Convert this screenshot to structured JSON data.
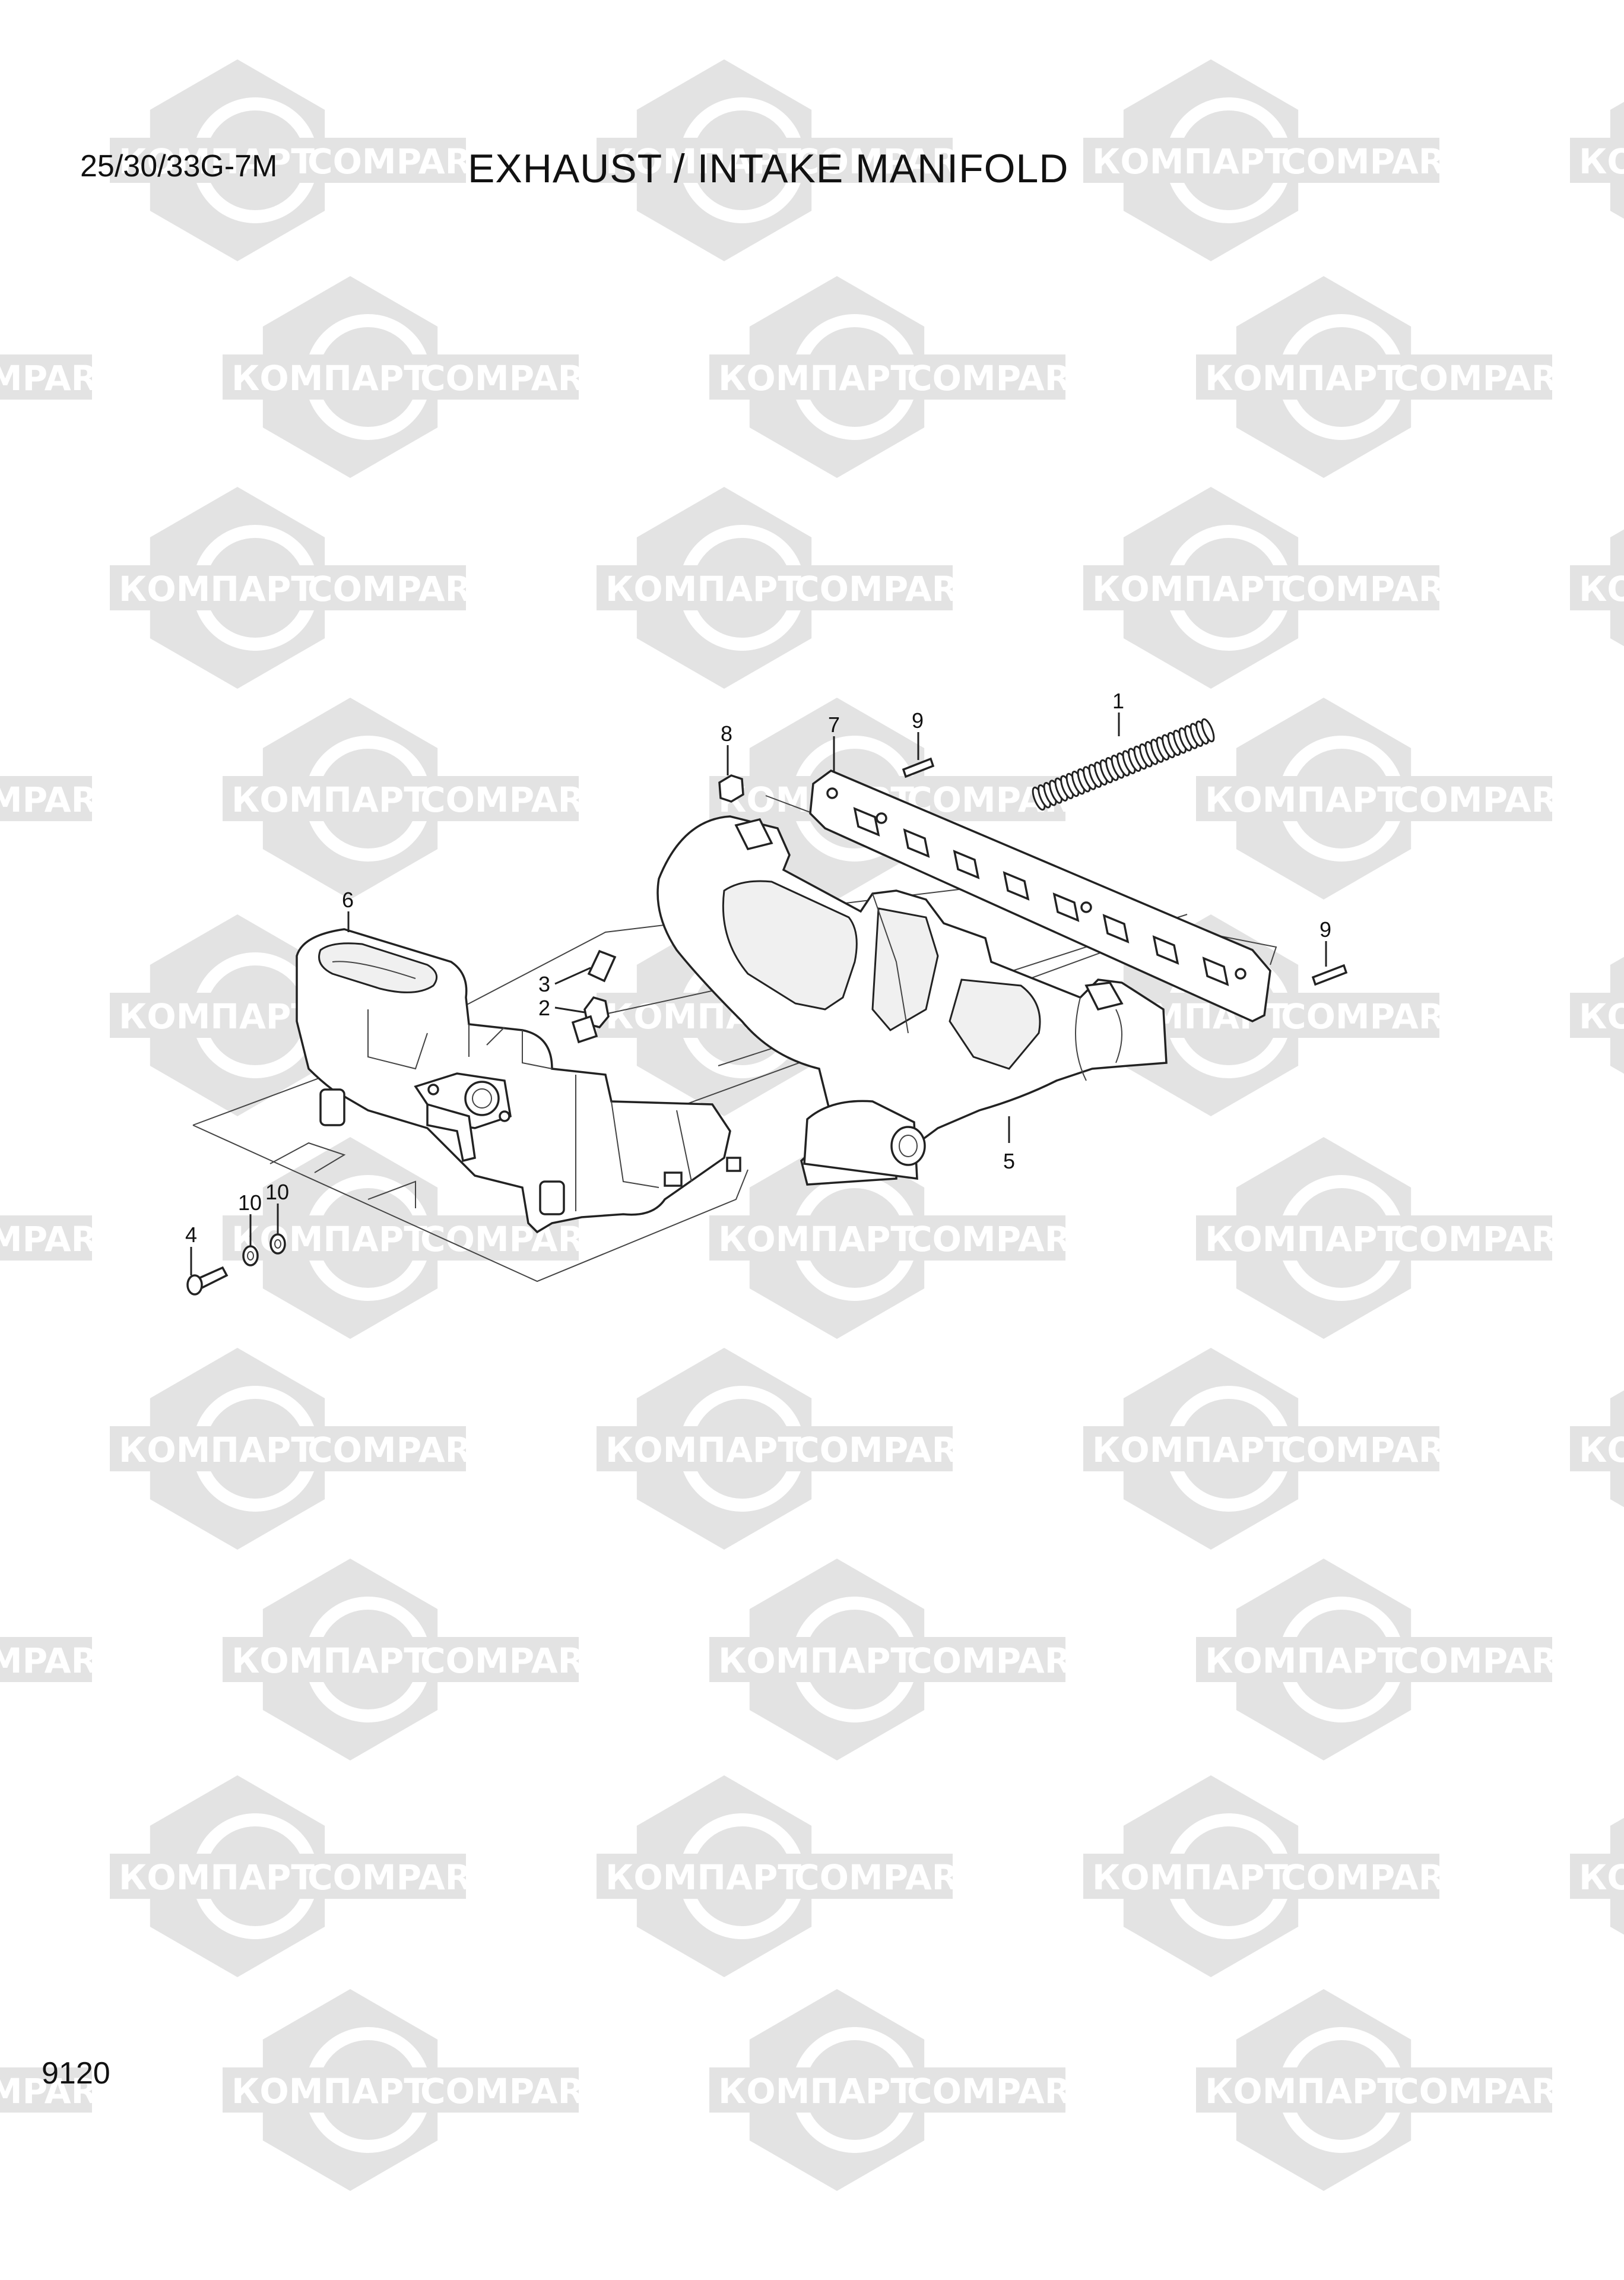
{
  "header": {
    "model": "25/30/33G-7M",
    "title": "EXHAUST / INTAKE MANIFOLD"
  },
  "footer": {
    "page_number": "9120"
  },
  "watermark": {
    "text_latin": "COMPART",
    "text_cyrillic": "КОМПАРТ",
    "color": "#e3e3e3"
  },
  "callouts": [
    {
      "id": "1",
      "label": "1",
      "part": "stud-spring"
    },
    {
      "id": "2",
      "label": "2",
      "part": "elbow-fitting"
    },
    {
      "id": "3",
      "label": "3",
      "part": "pipe-fitting"
    },
    {
      "id": "4",
      "label": "4",
      "part": "bolt"
    },
    {
      "id": "5",
      "label": "5",
      "part": "exhaust-manifold"
    },
    {
      "id": "6",
      "label": "6",
      "part": "intake-manifold"
    },
    {
      "id": "7",
      "label": "7",
      "part": "gasket"
    },
    {
      "id": "8",
      "label": "8",
      "part": "nut"
    },
    {
      "id": "9a",
      "label": "9",
      "part": "stud"
    },
    {
      "id": "9b",
      "label": "9",
      "part": "stud"
    },
    {
      "id": "10a",
      "label": "10",
      "part": "washer"
    },
    {
      "id": "10b",
      "label": "10",
      "part": "washer"
    }
  ]
}
